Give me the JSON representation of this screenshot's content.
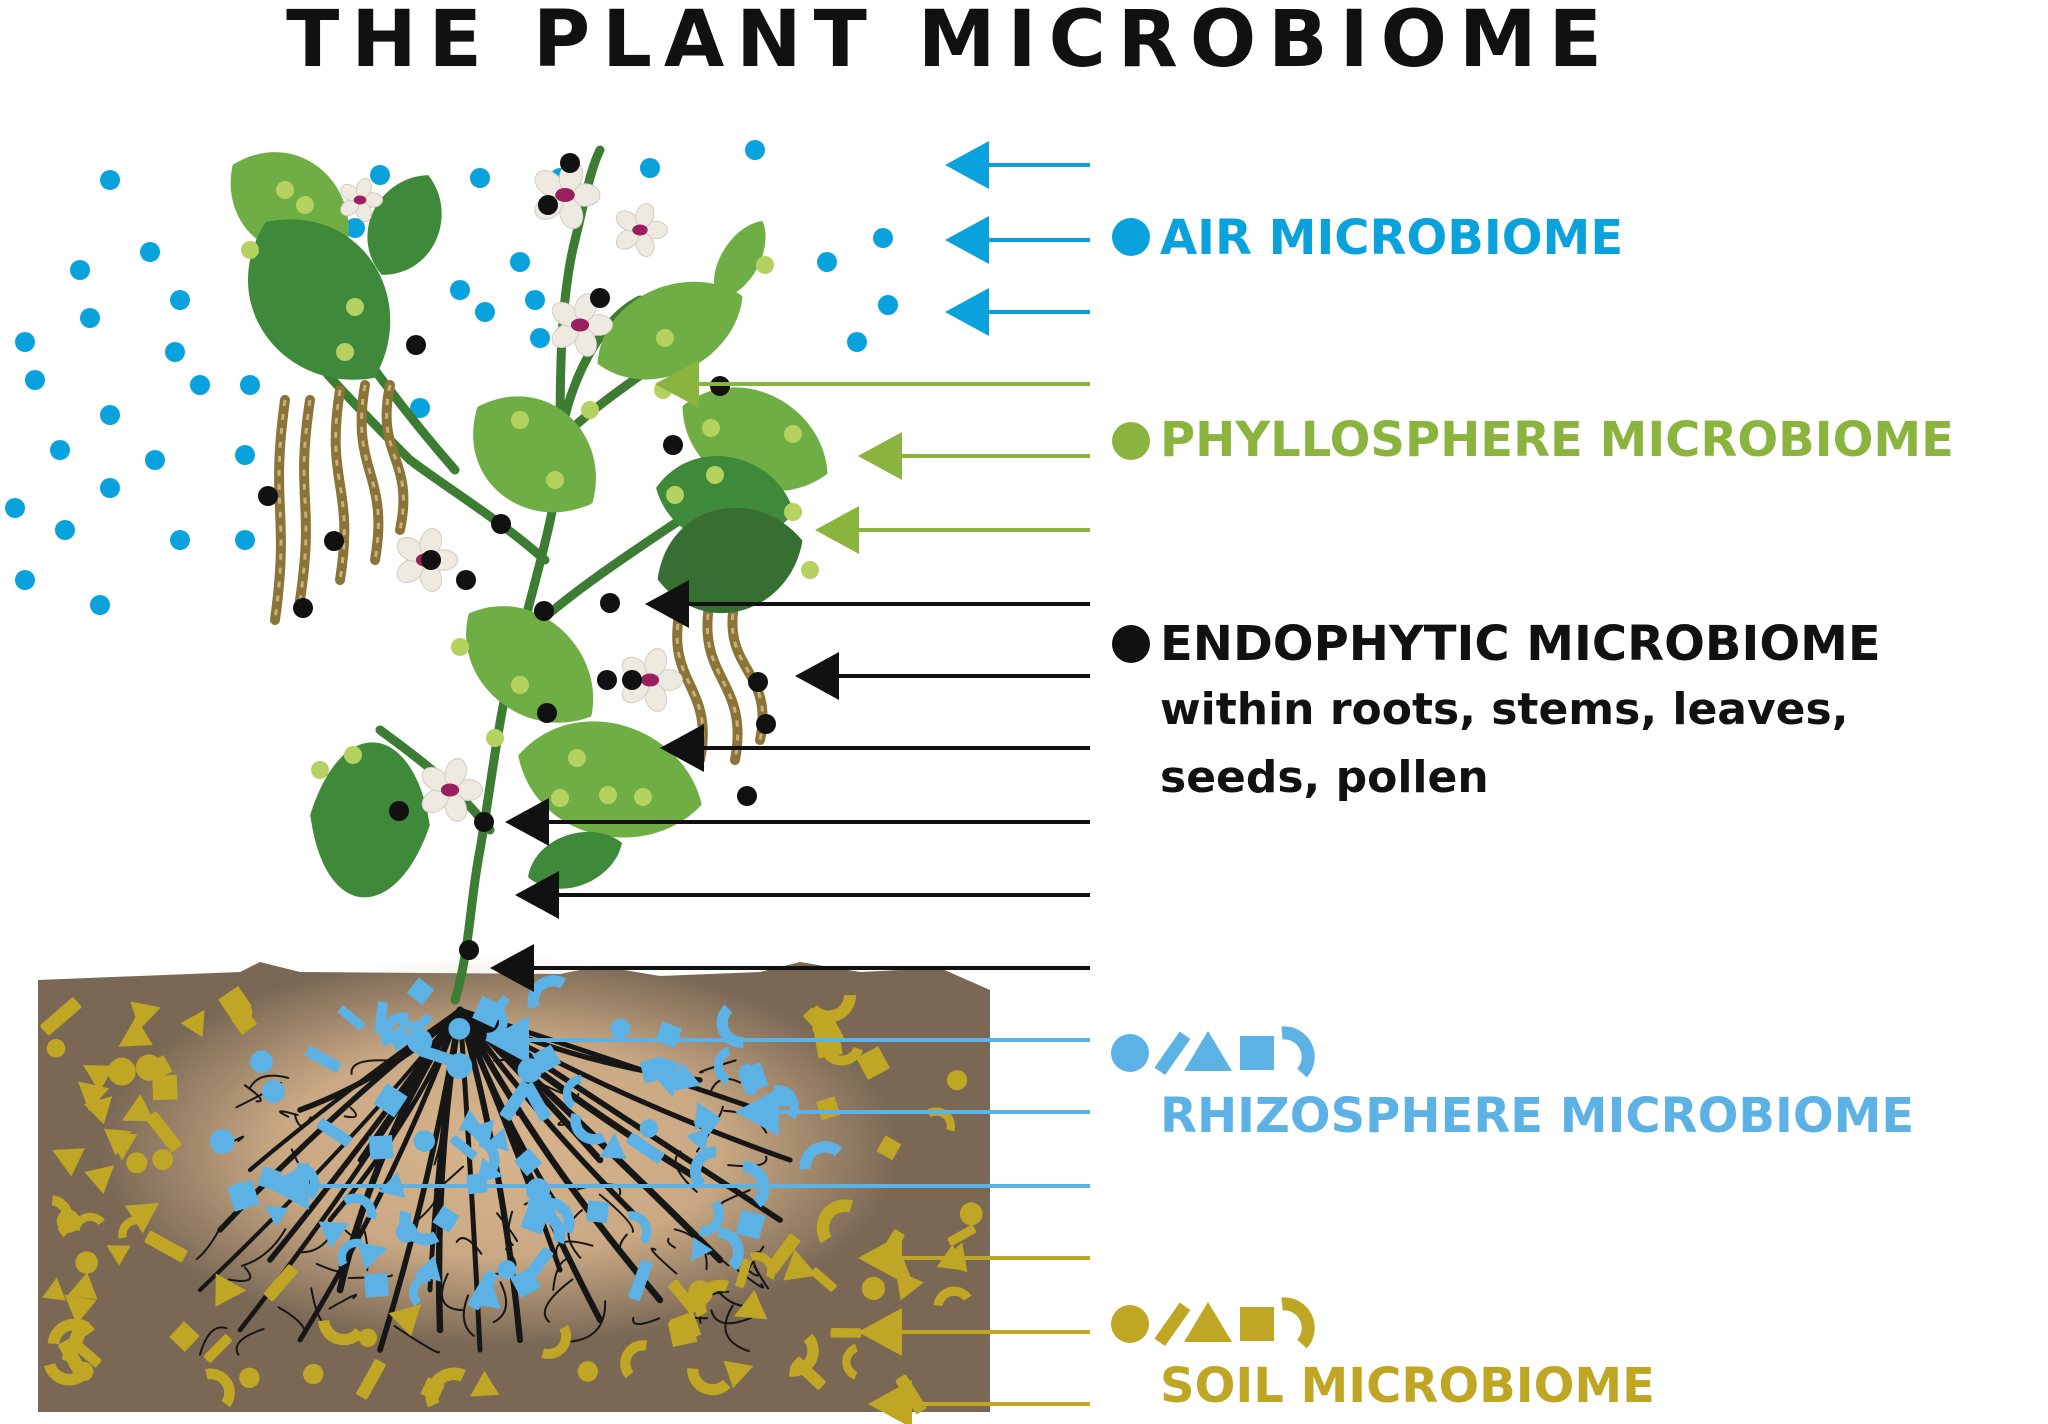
{
  "title": "THE PLANT MICROBIOME",
  "colors": {
    "air": "#0aa2dc",
    "phyllosphere": "#8ab43e",
    "endophytic": "#111111",
    "rhizosphere": "#5cb2e4",
    "soil": "#bfa725",
    "soil_bg": "#7a6855",
    "rhizo_glow": "#d7b48c",
    "leaf_dark": "#3f8a3a",
    "leaf_light": "#6fae45",
    "stem": "#3c7d33",
    "pod": "#8a7438",
    "flower_petal": "#eeeae1",
    "flower_center": "#9a1f5e"
  },
  "labels": {
    "air": "AIR MICROBIOME",
    "phyllosphere": "PHYLLOSPHERE MICROBIOME",
    "endophytic": "ENDOPHYTIC MICROBIOME",
    "endophytic_sub_1": "within roots, stems, leaves,",
    "endophytic_sub_2": "seeds, pollen",
    "rhizosphere": "RHIZOSPHERE MICROBIOME",
    "soil": "SOIL MICROBIOME"
  },
  "legend_icons": {
    "air": "dot-icon",
    "phyllosphere": "dot-icon",
    "endophytic": "dot-icon",
    "rhizosphere": "microbe-shapes-icon",
    "soil": "microbe-shapes-icon"
  }
}
